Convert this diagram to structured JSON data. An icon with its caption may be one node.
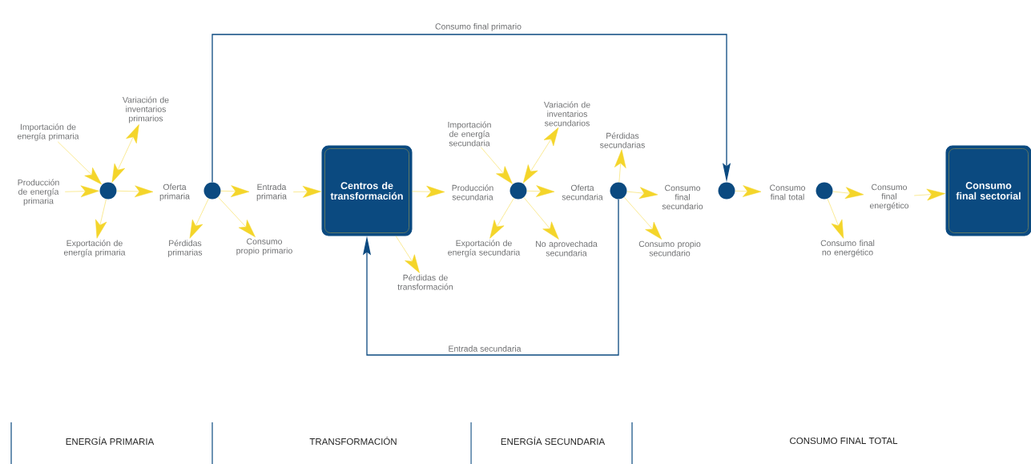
{
  "diagram": {
    "nodes": [
      {
        "text": [
          "Importación de energía primaria"
        ]
      },
      {
        "text": [
          "Variación de inventarios primarios"
        ]
      },
      {
        "text": [
          "Producción de energía primaria"
        ]
      },
      {
        "text": [],
        "shape": "circle"
      },
      {
        "text": [
          "Exportación de energía primaria"
        ]
      },
      {
        "text": [
          "Oferta primaria"
        ]
      },
      {
        "text": [],
        "shape": "circle"
      },
      {
        "text": [
          "Pérdidas primarias"
        ]
      },
      {
        "text": [
          "Entrada primaria"
        ]
      },
      {
        "text": [
          "Consumo propio primario"
        ]
      },
      {
        "text": [
          "Centros de transformación"
        ]
      },
      {
        "text": [
          "Pérdidas de transformación"
        ]
      },
      {
        "text": [
          "Importación de energía secundaria"
        ]
      },
      {
        "text": [
          "Variación de inventarios secundarios"
        ]
      },
      {
        "text": [
          "Producción secundaria"
        ]
      },
      {
        "text": [],
        "shape": "circle"
      },
      {
        "text": [
          "Exportación de energía secundaria"
        ]
      },
      {
        "text": [
          "No aprovechada secundaria"
        ]
      },
      {
        "text": [
          "Pérdidas secundarias"
        ]
      },
      {
        "text": [
          "Oferta secundaria"
        ]
      },
      {
        "text": [],
        "shape": "circle"
      },
      {
        "text": [
          "Consumo final secundario"
        ]
      },
      {
        "text": [
          "Consumo propio secundario"
        ]
      },
      {
        "text": [],
        "shape": "circle"
      },
      {
        "text": [
          "Consumo final total"
        ]
      },
      {
        "text": [],
        "shape": "circle"
      },
      {
        "text": [
          "Consumo final no energético"
        ]
      },
      {
        "text": [
          "Consumo final energético"
        ]
      },
      {
        "text": [
          "Consumo final sectorial"
        ]
      }
    ],
    "edges": [
      {
        "from": 0,
        "to": 3,
        "arrow": "to"
      },
      {
        "from": 3,
        "to": 1,
        "arrow": "both"
      },
      {
        "from": 2,
        "to": 3,
        "arrow": "to"
      },
      {
        "from": 3,
        "to": 4,
        "arrow": "to"
      },
      {
        "from": 3,
        "to": 5,
        "arrow": "to"
      },
      {
        "from": 6,
        "to": 7,
        "arrow": "to"
      },
      {
        "from": 6,
        "to": 8,
        "arrow": "to"
      },
      {
        "from": 6,
        "to": 9,
        "arrow": "to"
      },
      {
        "from": 8,
        "to": 10,
        "arrow": "to"
      },
      {
        "from": 10,
        "to": 11,
        "arrow": "to"
      },
      {
        "from": 10,
        "to": 14,
        "arrow": "to"
      },
      {
        "from": 12,
        "to": 15,
        "arrow": "to"
      },
      {
        "from": 15,
        "to": 13,
        "arrow": "both"
      },
      {
        "from": 15,
        "to": 16,
        "arrow": "to"
      },
      {
        "from": 15,
        "to": 17,
        "arrow": "to"
      },
      {
        "from": 15,
        "to": 19,
        "arrow": "to"
      },
      {
        "from": 20,
        "to": 18,
        "arrow": "to"
      },
      {
        "from": 20,
        "to": 21,
        "arrow": "to"
      },
      {
        "from": 20,
        "to": 22,
        "arrow": "to"
      },
      {
        "from": 23,
        "to": 24,
        "arrow": "to"
      },
      {
        "from": 25,
        "to": 26,
        "arrow": "to"
      },
      {
        "from": 25,
        "to": 27,
        "arrow": "to"
      },
      {
        "from": 27,
        "to": 28,
        "arrow": "to"
      },
      {
        "from": 6,
        "to": 23,
        "arrow": "to",
        "label": "Consumo final primario",
        "color": "#0b4a80"
      },
      {
        "from": 20,
        "to": 10,
        "arrow": "to",
        "label": "Entrada secundaria",
        "color": "#0b4a80"
      }
    ],
    "labels": [
      "ENERGÍA PRIMARIA",
      "TRANSFORMACIÓN",
      "ENERGÍA SECUNDARIA",
      "CONSUMO FINAL TOTAL"
    ]
  }
}
